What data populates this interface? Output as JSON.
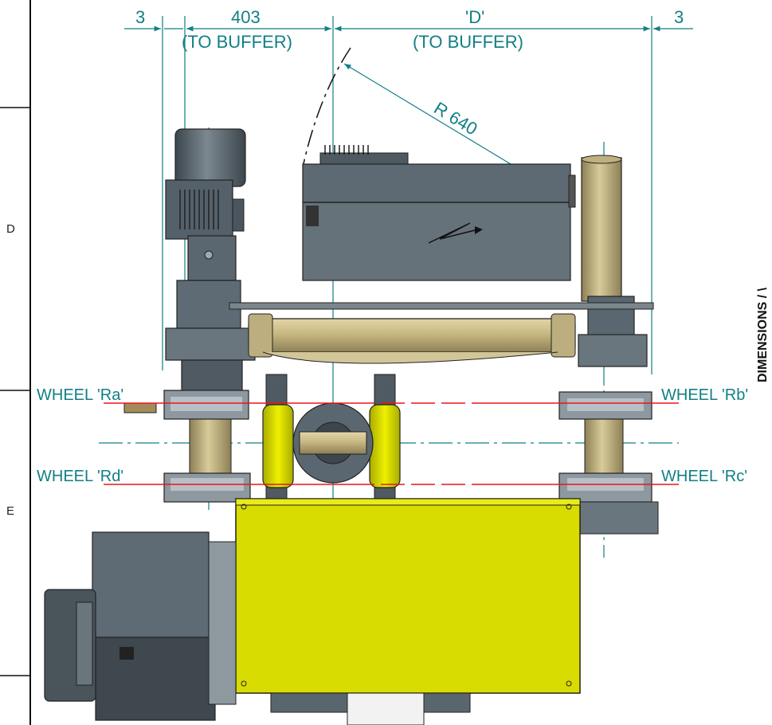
{
  "dimensions": {
    "left_gap": "3",
    "left_span": "403",
    "left_note": "(TO BUFFER)",
    "right_span": "'D'",
    "right_note": "(TO BUFFER)",
    "right_gap": "3",
    "radius": "R 640"
  },
  "wheels": {
    "ra": "WHEEL 'Ra'",
    "rb": "WHEEL 'Rb'",
    "rc": "WHEEL 'Rc'",
    "rd": "WHEEL 'Rd'"
  },
  "frame": {
    "zone_d": "D",
    "zone_e": "E",
    "side_title": "DIMENSIONS / \\"
  },
  "colors": {
    "dimension": "#127f86",
    "wheel_line": "#e8161b",
    "motor_grey": "#5b6770",
    "panel_grey": "#66727a",
    "beam_tan": "#c9b98a",
    "hoist_yellow": "#d9dc00"
  }
}
